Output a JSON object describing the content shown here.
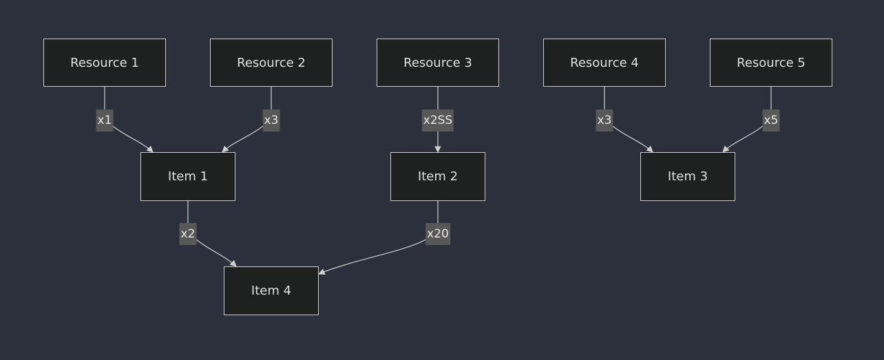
{
  "diagram": {
    "colors": {
      "background": "#2b303c",
      "node_fill": "#1f2020",
      "node_border": "#cccccc",
      "edge": "#d0d0d0",
      "label_bg": "#585858",
      "text": "#e0e0e0"
    },
    "nodes": {
      "r1": "Resource 1",
      "r2": "Resource 2",
      "r3": "Resource 3",
      "r4": "Resource 4",
      "r5": "Resource 5",
      "i1": "Item 1",
      "i2": "Item 2",
      "i3": "Item 3",
      "i4": "Item 4"
    },
    "edges": [
      {
        "from": "Resource 1",
        "to": "Item 1",
        "label": "x1"
      },
      {
        "from": "Resource 2",
        "to": "Item 1",
        "label": "x3"
      },
      {
        "from": "Resource 3",
        "to": "Item 2",
        "label": "x2SS"
      },
      {
        "from": "Resource 4",
        "to": "Item 3",
        "label": "x3"
      },
      {
        "from": "Resource 5",
        "to": "Item 3",
        "label": "x5"
      },
      {
        "from": "Item 1",
        "to": "Item 4",
        "label": "x2"
      },
      {
        "from": "Item 2",
        "to": "Item 4",
        "label": "x20"
      }
    ]
  }
}
